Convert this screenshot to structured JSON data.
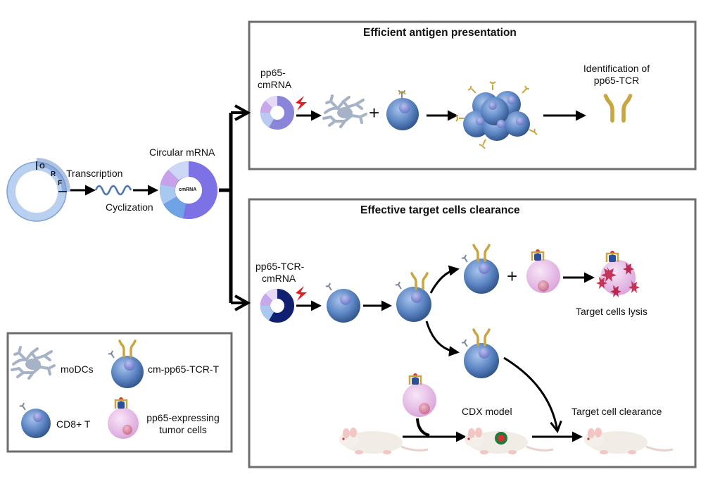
{
  "top_panel": {
    "title": "Efficient antigen presentation"
  },
  "bottom_panel": {
    "title": "Effective target cells clearance"
  },
  "orf": {
    "o": "O",
    "r": "R",
    "f": "F"
  },
  "steps": {
    "transcription": "Transcription",
    "cyclization": "Cyclization",
    "circular_mrna": "Circular mRNA",
    "cmrna_center": "cmRNA"
  },
  "top": {
    "pp65_cmrna": [
      "pp65-",
      "cmRNA"
    ],
    "plus": "+",
    "identification": [
      "Identification of",
      "pp65-TCR"
    ]
  },
  "bottom": {
    "pp65_tcr_cmrna": [
      "pp65-TCR-",
      "cmRNA"
    ],
    "plus": "+",
    "target_lysis": "Target cells lysis",
    "cdx_model": "CDX model",
    "target_clearance": "Target cell clearance"
  },
  "legend": {
    "modcs": "moDCs",
    "cm_tcr_t": "cm-pp65-TCR-T",
    "cd8": "CD8+ T",
    "tumor": [
      "pp65-expressing",
      "tumor cells"
    ]
  },
  "colors": {
    "panel_border": "#6e6e6e",
    "cell_fill": "#5d87c4",
    "cell_nucleus": "#7f8fcf",
    "tumor_fill": "#e6b5e6",
    "tcr_gold": "#c9a640",
    "donut_purple": "#7c72e6",
    "donut_navy": "#0f2070",
    "lightning_red": "#e02020"
  }
}
